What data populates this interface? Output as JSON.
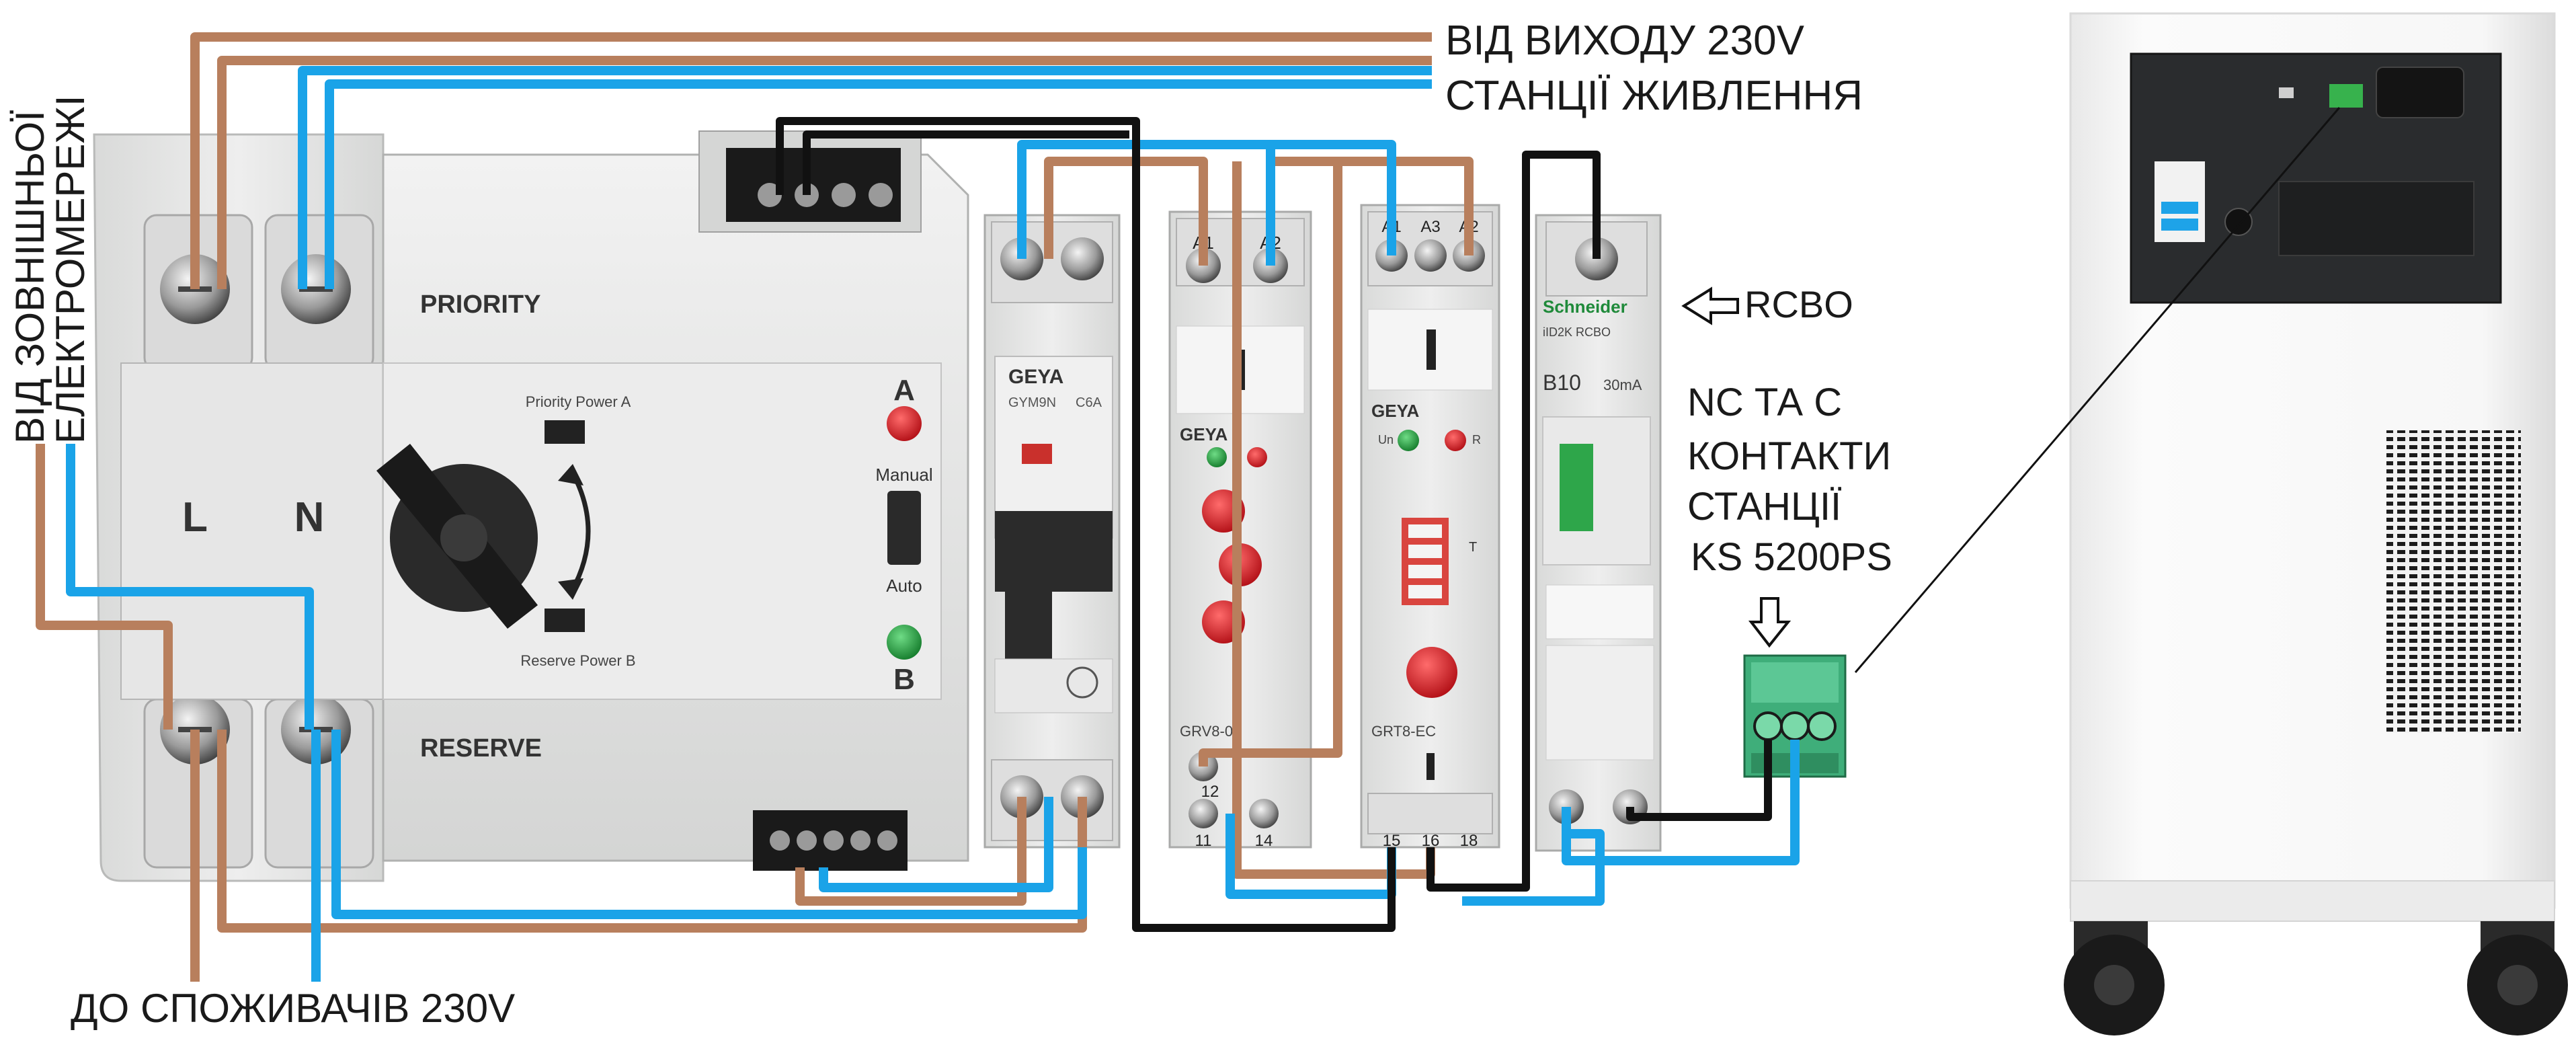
{
  "diagram": {
    "labels": {
      "source_output_line1": "ВІД ВИХОДУ 230V",
      "source_output_line2": "СТАНЦІЇ ЖИВЛЕННЯ",
      "grid_input_line1": "ВІД ЗОВНІШНЬОЇ",
      "grid_input_line2": "ЕЛЕКТРОМЕРЕЖІ",
      "consumers_output": "ДО СПОЖИВАЧІВ 230V",
      "rcbo": "RCBO",
      "nc_line1": "NC ТА C",
      "nc_line2": "КОНТАКТИ",
      "nc_line3": "СТАНЦІЇ",
      "nc_line4": "KS 5200PS"
    },
    "ats": {
      "priority_label": "PRIORITY",
      "reserve_label": "RESERVE",
      "terminal_l": "L",
      "terminal_n": "N",
      "indicator_a": "A",
      "indicator_b": "B",
      "manual_label": "Manual",
      "auto_label": "Auto",
      "priority_power_a": "Priority Power A",
      "reserve_power_b": "Reserve Power B"
    },
    "breaker": {
      "brand": "GEYA",
      "model": "GYM9N",
      "rating": "C6A"
    },
    "relay1": {
      "brand": "GEYA",
      "terminal_a1": "A1",
      "terminal_a2": "A2",
      "terminal_11": "11",
      "terminal_12": "12",
      "terminal_14": "14",
      "model": "GRV8-03"
    },
    "relay2": {
      "brand": "GEYA",
      "terminal_a1": "A1",
      "terminal_a3": "A3",
      "terminal_a2": "A2",
      "terminal_15": "15",
      "terminal_16": "16",
      "terminal_18": "18",
      "model": "GRT8-EC",
      "on_label": "Un",
      "r_label": "R",
      "t_label": "T"
    },
    "rcbo_device": {
      "brand": "Schneider",
      "model": "iID2K RCBO",
      "rating": "B10",
      "sensitivity": "30mA"
    },
    "colors": {
      "brown_wire": "#b87f5d",
      "blue_wire": "#1aa3e8",
      "black_wire": "#111111",
      "device_body": "#e3e4e3",
      "knob_red": "#d8232a",
      "led_green": "#1e9e3a",
      "terminal_green": "#3fae7a"
    },
    "icons": [
      "rotary-selector-icon",
      "arrow-left-outline-icon",
      "arrow-down-outline-icon"
    ]
  }
}
